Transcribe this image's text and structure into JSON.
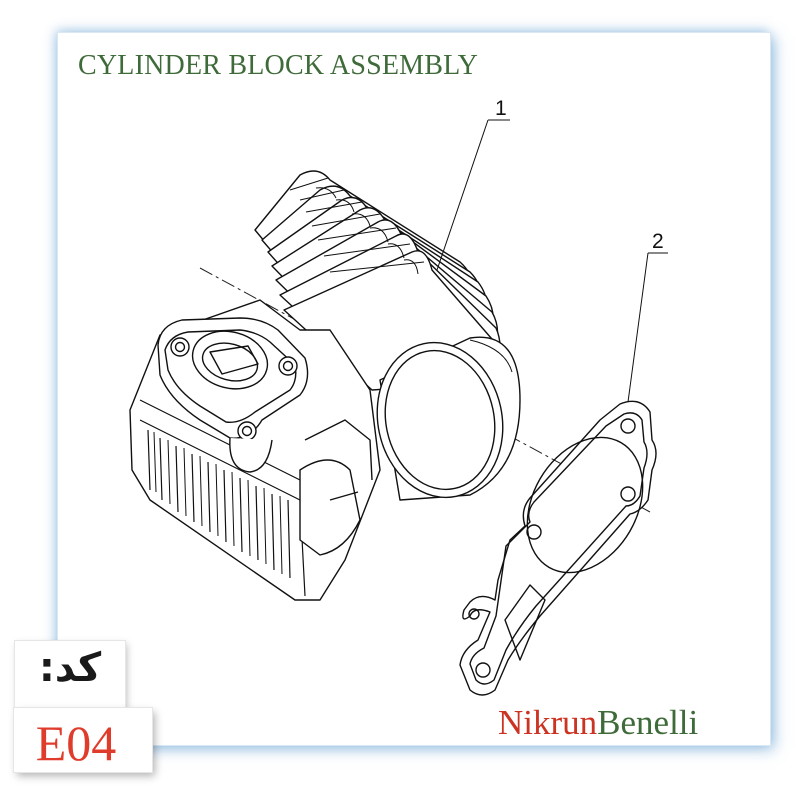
{
  "title": "CYLINDER BLOCK ASSEMBLY",
  "callouts": [
    "1",
    "2"
  ],
  "code": {
    "label": "کد:",
    "value": "E04"
  },
  "brand": {
    "part1": "Nikrun",
    "part2": "Benelli"
  },
  "colors": {
    "title": "#3f6b3a",
    "brand_red": "#cc3322",
    "brand_green": "#3f6b3a",
    "code_value": "#e03c2b",
    "frame_glow": "#468cc8"
  }
}
